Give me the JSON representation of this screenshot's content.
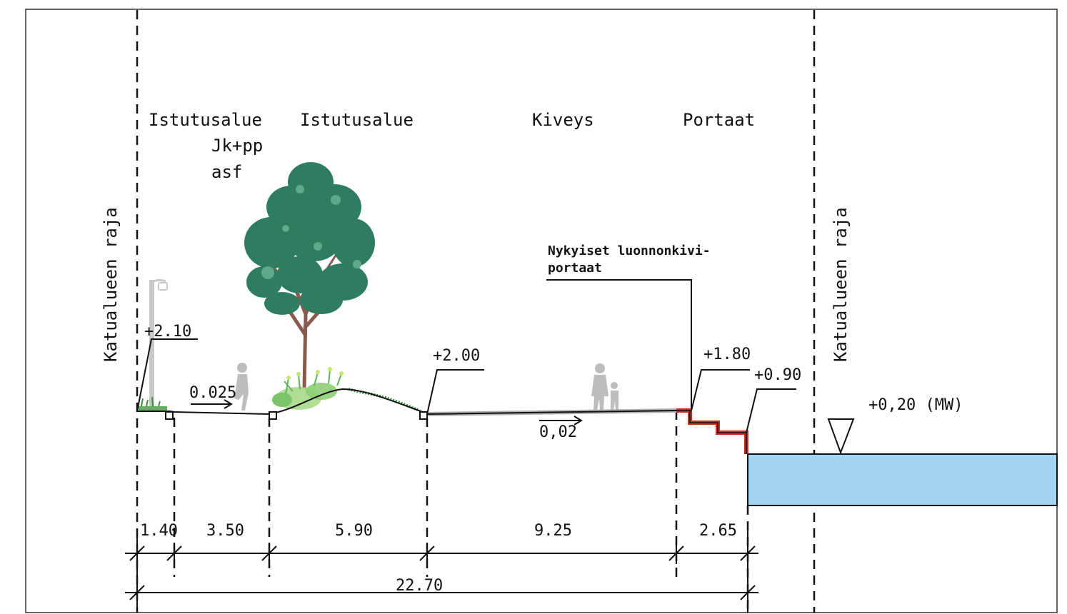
{
  "zones": {
    "istutusalue_1": "Istutusalue",
    "jkpp_line1": "Jk+pp",
    "jkpp_line2": "asf",
    "istutusalue_2": "Istutusalue",
    "kiveys": "Kiveys",
    "portaat": "Portaat"
  },
  "boundary_labels": {
    "left": "Katualueen raja",
    "right": "Katualueen raja"
  },
  "levels": {
    "l210": "+2.10",
    "l200": "+2.00",
    "l180": "+1.80",
    "l090": "+0.90",
    "water": "+0,20 (MW)"
  },
  "slopes": {
    "path": "0.025",
    "paving": "0,02"
  },
  "note": {
    "line1": "Nykyiset luonnonkivi-",
    "line2": "portaat"
  },
  "dimensions": {
    "d1": "1.40",
    "d2": "3.50",
    "d3": "5.90",
    "d4": "9.25",
    "d5": "2.65",
    "total": "22.70"
  },
  "colors": {
    "water": "#a3d4f2",
    "stairs": "#d42a1e",
    "foliage": "#2e7d60",
    "trunk": "#8a5a4e",
    "grass": "#5fb35a",
    "figures": "#bdbdbd"
  }
}
